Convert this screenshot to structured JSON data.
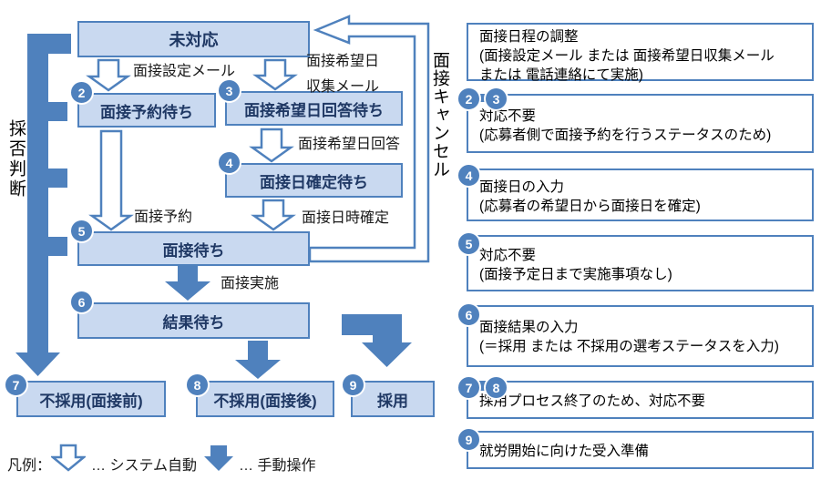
{
  "flow": {
    "boxes": [
      {
        "num": "",
        "label": "未対応"
      },
      {
        "num": "2",
        "label": "面接予約待ち"
      },
      {
        "num": "3",
        "label": "面接希望日回答待ち"
      },
      {
        "num": "4",
        "label": "面接日確定待ち"
      },
      {
        "num": "5",
        "label": "面接待ち"
      },
      {
        "num": "6",
        "label": "結果待ち"
      },
      {
        "num": "7",
        "label": "不採用(面接前)"
      },
      {
        "num": "8",
        "label": "不採用(面接後)"
      },
      {
        "num": "9",
        "label": "採用"
      }
    ],
    "edge_labels": {
      "setup_mail": "面接設定メール",
      "collect_mail_line1": "面接希望日",
      "collect_mail_line2": "収集メール",
      "hope_day_reply": "面接希望日回答",
      "interview_reserve": "面接予約",
      "interview_datetime_fixed": "面接日時確定",
      "interview_conduct": "面接実施"
    },
    "side_labels": {
      "accept_reject": "採否判断",
      "interview_cancel": "面接キャンセル"
    }
  },
  "notes": [
    {
      "badges": [],
      "lines": [
        "面接日程の調整",
        "(面接設定メール または 面接希望日収集メール",
        "または 電話連絡にて実施)"
      ]
    },
    {
      "badges": [
        "2",
        "3"
      ],
      "lines": [
        "対応不要",
        "(応募者側で面接予約を行うステータスのため)"
      ]
    },
    {
      "badges": [
        "4"
      ],
      "lines": [
        "面接日の入力",
        "(応募者の希望日から面接日を確定)"
      ]
    },
    {
      "badges": [
        "5"
      ],
      "lines": [
        "対応不要",
        "(面接予定日まで実施事項なし)"
      ]
    },
    {
      "badges": [
        "6"
      ],
      "lines": [
        "面接結果の入力",
        "(＝採用 または 不採用の選考ステータスを入力)"
      ]
    },
    {
      "badges": [
        "7",
        "8"
      ],
      "lines": [
        "採用プロセス終了のため、対応不要"
      ]
    },
    {
      "badges": [
        "9"
      ],
      "lines": [
        "就労開始に向けた受入準備"
      ]
    }
  ],
  "legend": {
    "title": "凡例：",
    "system_auto": "… システム自動",
    "manual": "… 手動操作"
  },
  "colors": {
    "accent": "#4f81bd",
    "status_box_fill": "#c9d9f0",
    "status_box_text": "#1f3864",
    "note_box_fill": "#ffffff"
  }
}
